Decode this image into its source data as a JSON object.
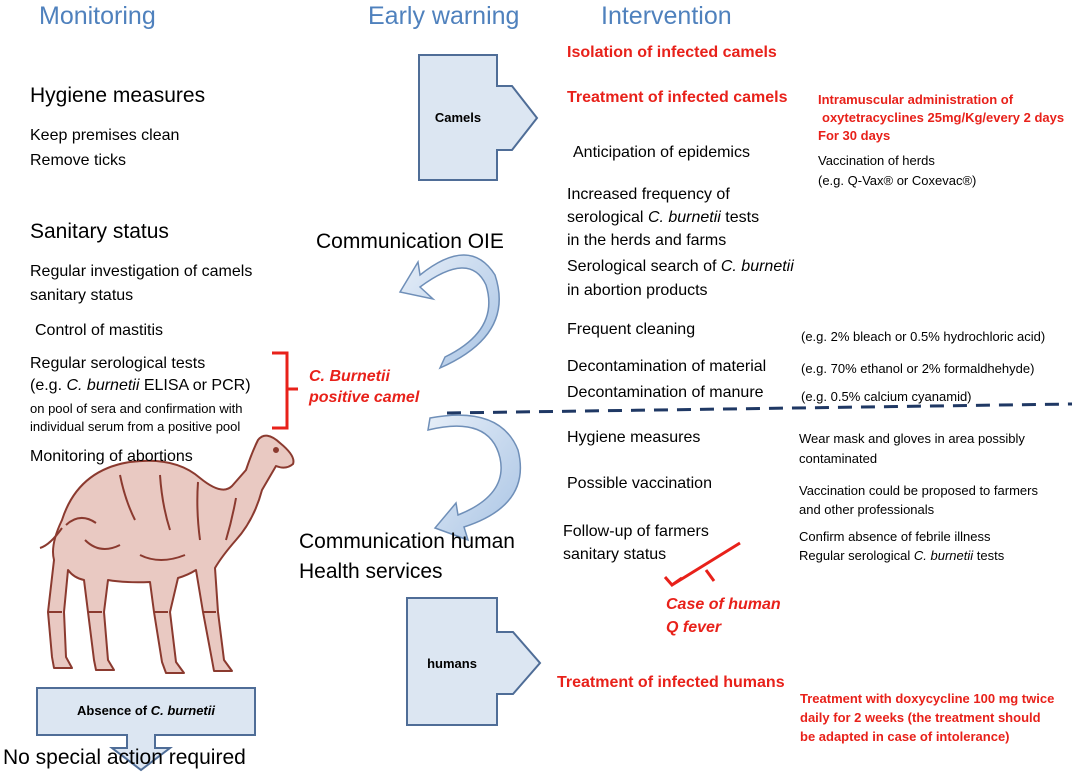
{
  "headers": {
    "monitoring": "Monitoring",
    "early_warning": "Early warning",
    "intervention": "Intervention"
  },
  "monitoring": {
    "hygiene_title": "Hygiene measures",
    "hygiene_items": [
      "Keep premises clean",
      "Remove ticks"
    ],
    "sanitary_title": "Sanitary status",
    "sanitary_item1": [
      "Regular investigation of camels",
      "sanitary status"
    ],
    "mastitis": "Control of mastitis",
    "serological": {
      "line1": "Regular serological tests",
      "line2_pre": "(e.g. ",
      "line2_italic": "C. burnetii",
      "line2_post": " ELISA or PCR)",
      "line3": "on pool of sera and confirmation with",
      "line4": "individual serum from a positive pool"
    },
    "abortions": "Monitoring of abortions"
  },
  "early_warning": {
    "camels_box": "Camels",
    "communication_oie": "Communication OIE",
    "positive_camel": [
      "C. Burnetii",
      "positive camel"
    ],
    "communication_human": [
      "Communication human",
      "Health services"
    ],
    "humans_box": "humans",
    "absence_pre": "Absence of ",
    "absence_italic": "C. burnetii",
    "no_action": "No special action required"
  },
  "intervention": {
    "isolation": "Isolation of infected camels",
    "treatment_camels": "Treatment of infected camels",
    "treatment_camels_detail": [
      "Intramuscular administration of",
      "oxytetracyclines 25mg/Kg/every 2 days",
      "For 30 days"
    ],
    "anticipation": "Anticipation of epidemics",
    "vaccination_herds": [
      "Vaccination of herds",
      "(e.g. Q-Vax® or Coxevac®)"
    ],
    "increased_freq": {
      "line1": "Increased frequency of",
      "line2_pre": "serological ",
      "line2_italic": "C. burnetii",
      "line2_post": " tests",
      "line3": "in the herds and farms"
    },
    "serological_search": {
      "line1_pre": "Serological search of ",
      "line1_italic": "C. burnetii",
      "line2": "in abortion products"
    },
    "frequent_cleaning": "Frequent cleaning",
    "frequent_cleaning_detail": "(e.g. 2% bleach or 0.5% hydrochloric acid)",
    "decon_material": "Decontamination of material",
    "decon_material_detail": "(e.g. 70% ethanol or 2% formaldhehyde)",
    "decon_manure": "Decontamination of manure",
    "decon_manure_detail": "(e.g. 0.5% calcium cyanamid)",
    "hygiene_human": "Hygiene measures",
    "hygiene_human_detail": [
      "Wear mask and gloves in area possibly",
      "contaminated"
    ],
    "possible_vaccination": "Possible vaccination",
    "possible_vaccination_detail": [
      "Vaccination could be proposed to farmers",
      "and other professionals"
    ],
    "followup": [
      "Follow-up of farmers",
      "sanitary status"
    ],
    "followup_detail": {
      "line1": "Confirm absence of febrile illness",
      "line2_pre": "Regular serological ",
      "line2_italic": "C. burnetii",
      "line2_post": "  tests"
    },
    "case_human": [
      "Case of human",
      "Q fever"
    ],
    "treatment_humans": "Treatment of infected humans",
    "treatment_humans_detail": [
      "Treatment with doxycycline 100 mg twice",
      "daily for 2 weeks  (the treatment should",
      "be adapted in case of intolerance)"
    ]
  },
  "colors": {
    "header_blue": "#4f81bd",
    "alert_red": "#e8211a",
    "box_fill": "#dce6f2",
    "box_stroke": "#4f6d97",
    "camel_brown": "#8b3a2f",
    "divider": "#1f3864"
  }
}
